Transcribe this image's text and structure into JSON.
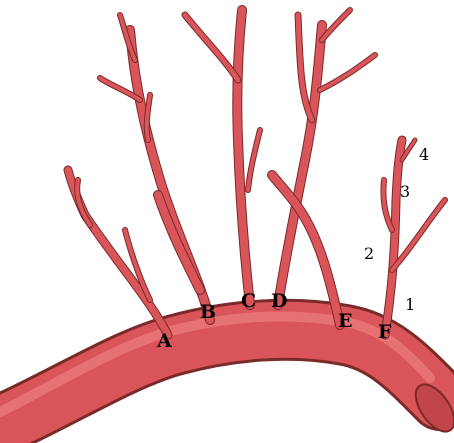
{
  "figure": {
    "branch_labels": [
      "A",
      "B",
      "C",
      "D",
      "E",
      "F"
    ],
    "segment_numbers": [
      "1",
      "2",
      "3",
      "4"
    ],
    "colors": {
      "vessel": "#d9555a",
      "vessel_outline": "#7a2a28",
      "vessel_highlight": "#f08b8b",
      "background": "#ffffff"
    }
  }
}
